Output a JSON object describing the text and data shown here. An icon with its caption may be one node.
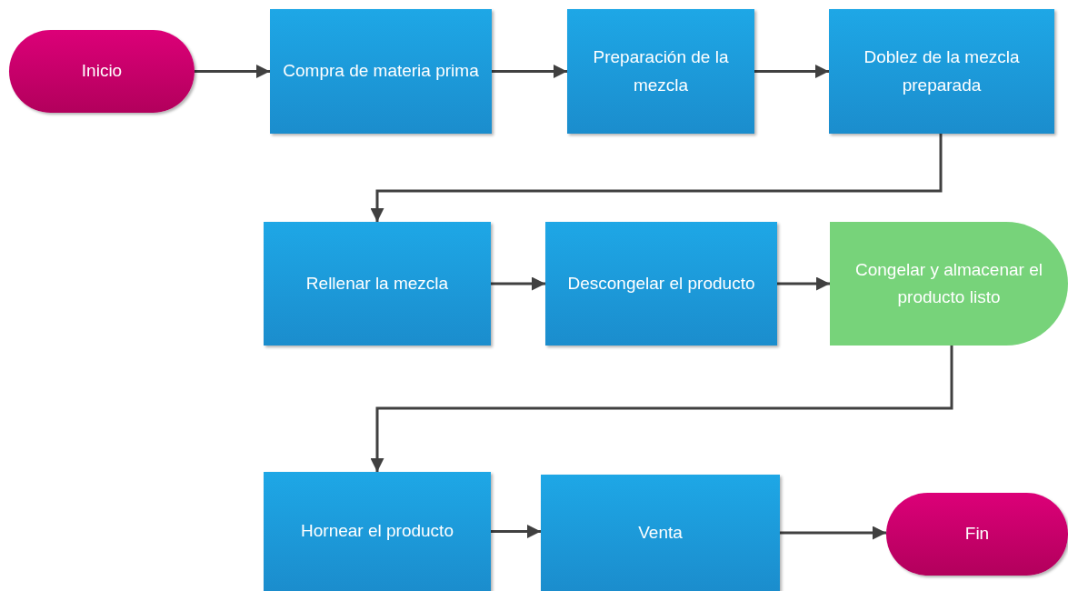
{
  "diagram": {
    "nodes": [
      {
        "text": [
          "Inicio"
        ]
      },
      {
        "text": [
          "Compra de materia prima"
        ]
      },
      {
        "text": [
          "Preparación de la mezcla"
        ]
      },
      {
        "text": [
          "Doblez de la mezcla preparada"
        ]
      },
      {
        "text": [
          "Rellenar la mezcla"
        ]
      },
      {
        "text": [
          "Descongelar el producto"
        ]
      },
      {
        "text": [
          "Congelar y almacenar el producto listo"
        ]
      },
      {
        "text": [
          "Hornear el producto"
        ]
      },
      {
        "text": [
          "Venta"
        ]
      },
      {
        "text": [
          "Fin"
        ]
      }
    ],
    "edges": [
      {
        "from": 0,
        "to": 1,
        "arrow": "to"
      },
      {
        "from": 1,
        "to": 2,
        "arrow": "to"
      },
      {
        "from": 2,
        "to": 3,
        "arrow": "to"
      },
      {
        "from": 3,
        "to": 4,
        "arrow": "to"
      },
      {
        "from": 4,
        "to": 5,
        "arrow": "to"
      },
      {
        "from": 5,
        "to": 6,
        "arrow": "to"
      },
      {
        "from": 6,
        "to": 7,
        "arrow": "to"
      },
      {
        "from": 7,
        "to": 8,
        "arrow": "to"
      },
      {
        "from": 8,
        "to": 9,
        "arrow": "to"
      }
    ]
  }
}
